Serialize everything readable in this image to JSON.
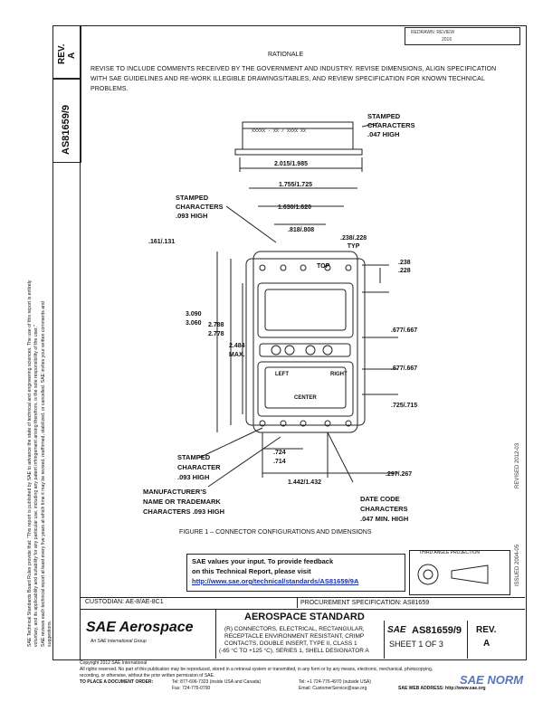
{
  "top_right": {
    "line1": "REDRAWN: REVIEW",
    "line2": "2016"
  },
  "rev_box": {
    "label": "REV.",
    "value": "A"
  },
  "doc_number_side": "AS81659/9",
  "sae_logo_small": "SAE",
  "rationale": {
    "heading": "RATIONALE",
    "text": "REVISE TO INCLUDE COMMENTS RECEIVED BY THE GOVERNMENT AND INDUSTRY. REVISE DIMENSIONS, ALIGN SPECIFICATION WITH SAE GUIDELINES AND RE-WORK ILLEGIBLE DRAWINGS/TABLES, AND REVIEW SPECIFICATION FOR KNOWN TECHNICAL PROBLEMS."
  },
  "side_notice": {
    "line1": "SAE Technical Standards Board Rules provide that: \"This report is published by SAE to advance the state of technical and engineering sciences. The use of this report is entirely",
    "line2": "voluntary, and its applicability and suitability for any particular use, including any patent infringement arising therefrom, is the sole responsibility of the user.\"",
    "line3": "SAE reviews each technical report at least every five years at which time it may be revised, reaffirmed, stabilized, or cancelled. SAE invites your written comments and",
    "line4": "suggestions."
  },
  "right_strip": {
    "issued": "ISSUED 2004-05",
    "revised": "REVISED 2012-03"
  },
  "drawing": {
    "stamped_top": "STAMPED\nCHARACTERS\n.047 HIGH",
    "stamp_text": "XXXXX - XX / XXXX XX",
    "dim_width_total": "2.015/1.985",
    "dim_1755": "1.755/1.725",
    "dim_1630": "1.630/1.620",
    "dim_818": ".818/.808",
    "dim_238_typ": ".238/.228\nTYP",
    "dim_161": ".161/.131",
    "stamped_093": "STAMPED\nCHARACTERS\n.093 HIGH",
    "top_label": "TOP",
    "dim_238_right": ".238\n.228",
    "dim_3090": "3.090\n3.060",
    "dim_2788": "2.788\n2.778",
    "dim_2484": "2.484\nMAX.",
    "dim_677a": ".677/.667",
    "dim_677b": ".677/.667",
    "dim_725": ".725/.715",
    "left_label": "LEFT",
    "right_label": "RIGHT",
    "center_label": "CENTER",
    "stamped_character": "STAMPED\nCHARACTER\n.093 HIGH",
    "dim_724": ".724\n.714",
    "dim_1442": "1.442/1.432",
    "dim_297": ".297/.267",
    "manufacturer": "MANUFACTURER'S\nNAME OR TRADEMARK\nCHARACTERS .093 HIGH",
    "date_code": "DATE CODE\nCHARACTERS\n.047 MIN. HIGH",
    "figure_caption": "FIGURE 1 – CONNECTOR CONFIGURATIONS AND DIMENSIONS"
  },
  "feedback": {
    "line1": "SAE values your input. To provide feedback",
    "line2": "on this Technical Report, please visit",
    "link": "http://www.sae.org/technical/standards/AS81659/9A"
  },
  "projection": {
    "label": "THIRD ANGLE PROJECTION"
  },
  "title_block": {
    "custodian": "CUSTODIAN: AE-8/AE-8C1",
    "procurement": "PROCUREMENT SPECIFICATION: AS81659",
    "brand": "SAE Aerospace",
    "brand_sub": "An SAE International Group",
    "standard": "AEROSPACE STANDARD",
    "desc_line1": "(R) CONNECTORS, ELECTRICAL, RECTANGULAR,",
    "desc_line2": "RECEPTACLE ENVIRONMENT RESISTANT, CRIMP",
    "desc_line3": "CONTACTS, DOUBLE INSERT, TYPE II, CLASS 1",
    "desc_line4": "(-65 °C TO +125 °C), SERIES 1, SHELL DESIGNATOR A",
    "sae_small": "SAE",
    "number": "AS81659/9",
    "sheet": "SHEET 1 OF 3",
    "rev_label": "REV.",
    "rev_value": "A"
  },
  "footer": {
    "copyright": "Copyright 2012 SAE International",
    "rights": "All rights reserved. No part of this publication may be reproduced, stored in a retrieval system or transmitted, in any form or by any means, electronic, mechanical, photocopying,",
    "rights2": "recording, or otherwise, without the prior written permission of SAE.",
    "order": "TO PLACE A DOCUMENT ORDER:",
    "tel1": "Tel: 877-606-7323 (inside USA and Canada)",
    "tel2": "Tel: +1 724-776-4970 (outside USA)",
    "fax": "Fax: 724-776-0790",
    "email": "Email: CustomerService@sae.org",
    "web": "SAE WEB ADDRESS: http://www.sae.org"
  },
  "watermark": "SAE NORM"
}
